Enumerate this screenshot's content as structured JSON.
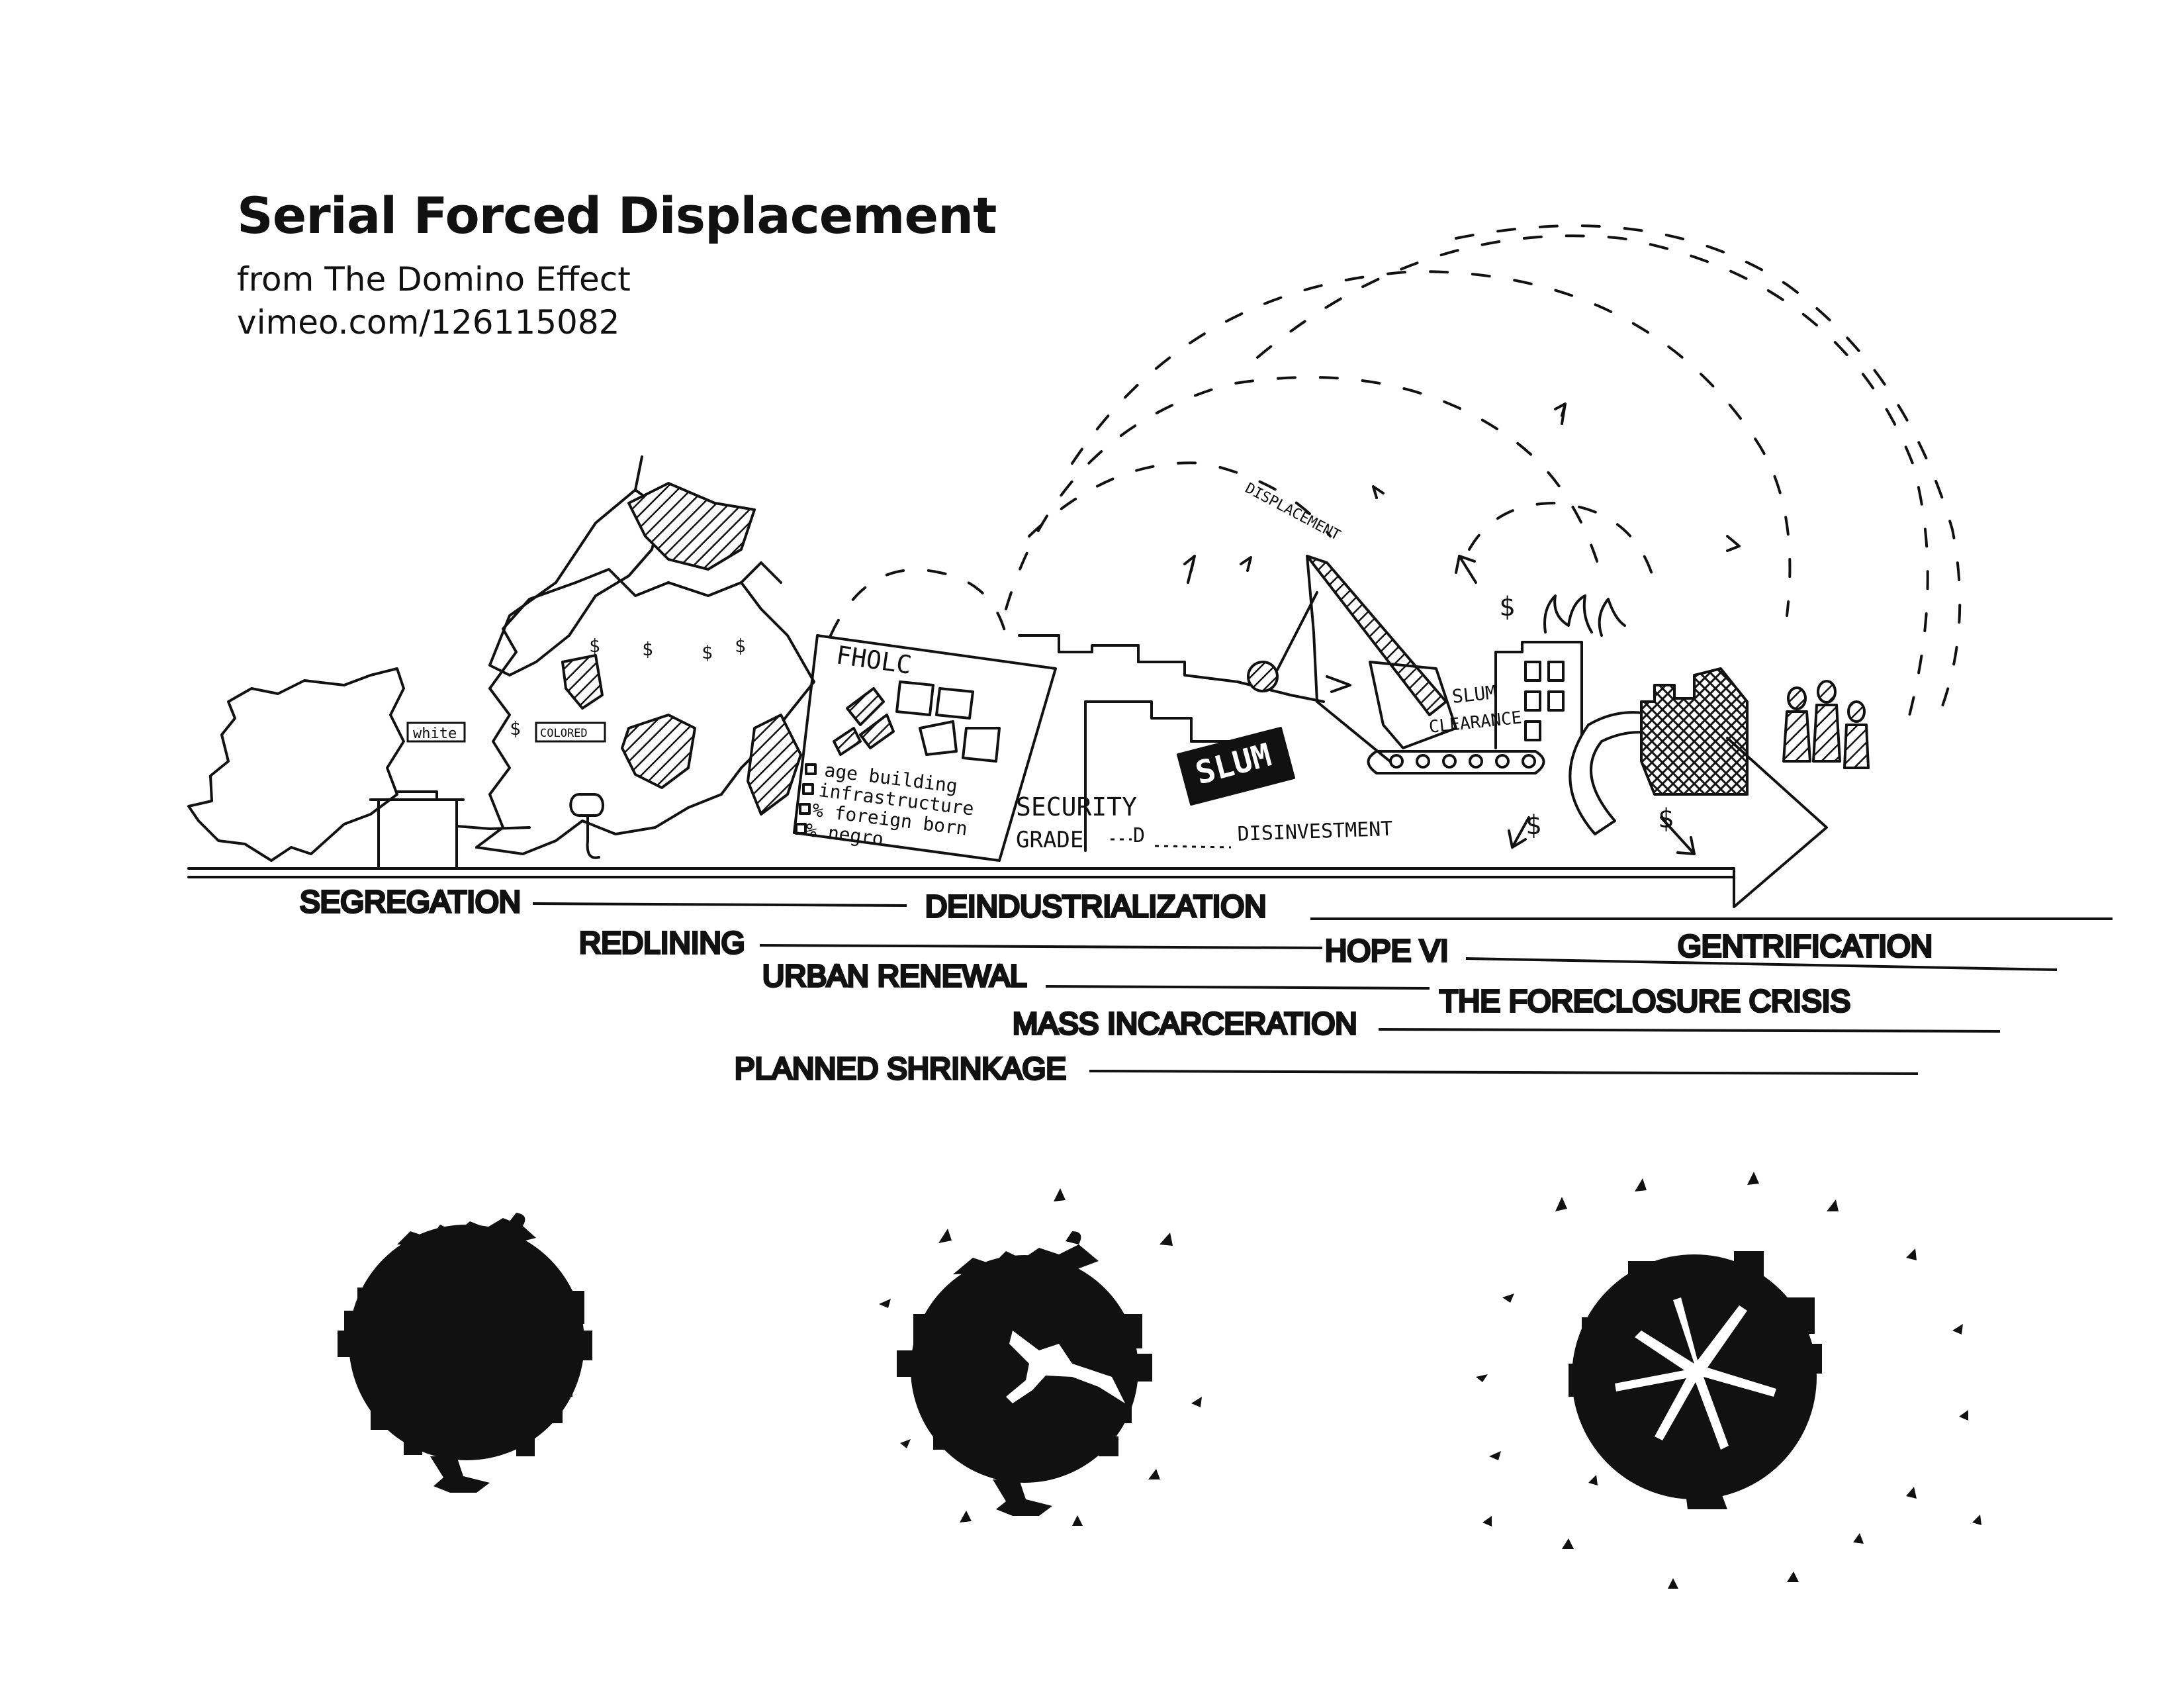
{
  "header": {
    "title": "Serial Forced Displacement",
    "subtitle": "from The Domino Effect",
    "link": "vimeo.com/126115082"
  },
  "sketch": {
    "white_sign": "white",
    "colored_sign": "COLORED",
    "fholc": "FHOLC",
    "checklist": [
      "age building",
      "infrastructure",
      "% foreign born",
      "% negro"
    ],
    "security_line1": "SECURITY",
    "security_line2": "GRADE",
    "security_grade": "D",
    "slum": "SLUM",
    "disinvestment": "DISINVESTMENT",
    "displacement": "DISPLACEMENT",
    "slum_clearance_1": "SLUM",
    "slum_clearance_2": "CLEARANCE",
    "dollar": "$"
  },
  "timeline": [
    {
      "label": "SEGREGATION"
    },
    {
      "label": "REDLINING"
    },
    {
      "label": "URBAN RENEWAL"
    },
    {
      "label": "MASS INCARCERATION"
    },
    {
      "label": "PLANNED SHRINKAGE"
    },
    {
      "label": "DEINDUSTRIALIZATION"
    },
    {
      "label": "HOPE VI"
    },
    {
      "label": "THE FORECLOSURE CRISIS"
    },
    {
      "label": "GENTRIFICATION"
    }
  ],
  "colors": {
    "ink": "#111111",
    "background": "#ffffff"
  }
}
